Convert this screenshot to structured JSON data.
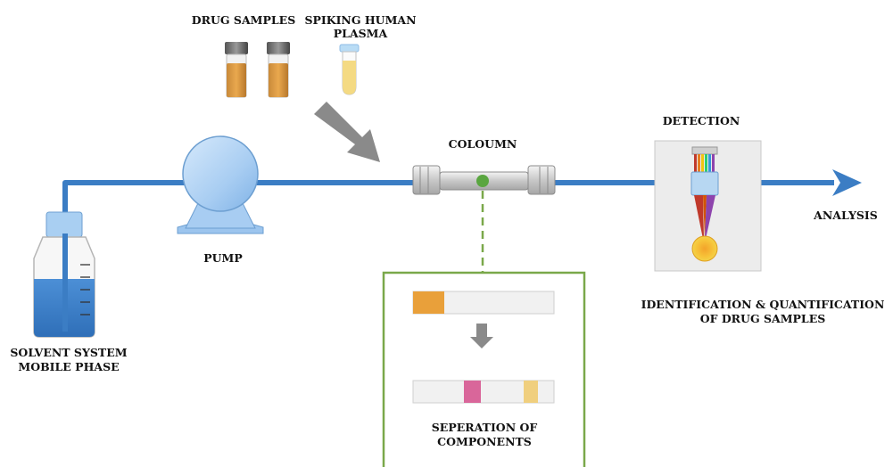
{
  "labels": {
    "drug_samples": "DRUG SAMPLES",
    "spiking_line1": "SPIKING HUMAN",
    "spiking_line2": "PLASMA",
    "column": "COLOUMN",
    "detection": "DETECTION",
    "analysis": "ANALYSIS",
    "pump": "PUMP",
    "solvent_line1": "SOLVENT SYSTEM",
    "solvent_line2": "MOBILE PHASE",
    "identification_line1": "IDENTIFICATION & QUANTIFICATION",
    "identification_line2": "OF DRUG SAMPLES",
    "separation_line1": "SEPERATION OF",
    "separation_line2": "COMPONENTS"
  },
  "colors": {
    "flow_line": "#3b7dc4",
    "sample_orange": "#e9a03a",
    "component_pink": "#d9669a",
    "component_yellow": "#f0cf7e",
    "separation_box_border": "#7aa84a",
    "column_dot": "#5aa640",
    "arrow_gray": "#8a8a8a"
  }
}
